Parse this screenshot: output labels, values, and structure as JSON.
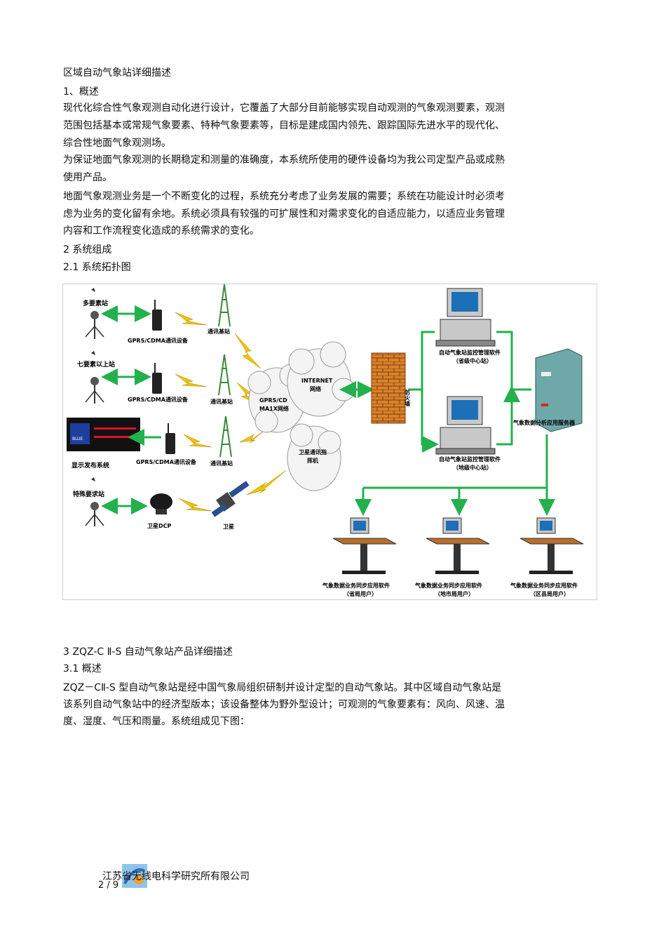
{
  "doc": {
    "title": "区域自动气象站详细描述",
    "s1_heading": "1、概述",
    "p1": [
      "现代化综合性气象观测自动化进行设计，它覆盖了大部分目前能够实现自动观测的气象观测要素，观测",
      "范围包括基本或常规气象要素、特种气象要素等，目标是建成国内领先、跟踪国际先进水平的现代化、",
      "综合性地面气象观测场。"
    ],
    "p2": [
      "为保证地面气象观测的长期稳定和测量的准确度，本系统所使用的硬件设备均为我公司定型产品或成熟",
      "使用产品。"
    ],
    "p3": [
      "地面气象观测业务是一个不断变化的过程，系统充分考虑了业务发展的需要；系统在功能设计时必须考",
      "虑为业务的变化留有余地。系统必须具有较强的可扩展性和对需求变化的自适应能力，以适应业务管理",
      "内容和工作流程变化造成的系统需求的变化。"
    ],
    "s2_heading": "2 系统组成",
    "s21_heading": "2.1  系统拓扑图",
    "s3_heading": "3 ZQZ-C Ⅱ-S 自动气象站产品详细描述",
    "s31_heading": "3.1  概述",
    "p4": [
      "ZQZ－CⅡ-S  型自动气象站是经中国气象局组织研制并设计定型的自动气象站。其中区域自动气象站是",
      "该系列自动气象站中的经济型版本；该设备整体为野外型设计；可观测的气象要素有：风向、风速、温",
      "度、湿度、气压和雨量。系统组成见下图："
    ]
  },
  "diagram": {
    "station1": "多要素站",
    "station2": "七要素以上站",
    "display_system": "显示发布系统",
    "special_station": "特殊要求站",
    "gprs_device": "GPRS/CDMA通讯设备",
    "base_station": "通讯基站",
    "gprs_network_1": "GPRS/CD",
    "gprs_network_2": "MA1X网络",
    "internet_1": "INTERNET",
    "internet_2": "网络",
    "sat_center_1": "卫星通讯指",
    "sat_center_2": "挥机",
    "firewall": "防火墙",
    "satellite_dcp": "卫星DCP",
    "satellite": "卫星",
    "monitor_1": "自动气象站监控管理软件",
    "monitor_1_sub": "（省级中心站）",
    "monitor_2": "自动气象站监控管理软件",
    "monitor_2_sub": "（地级中心站）",
    "server": "气象数据分析应用服务器",
    "user_app": "气象数据业务同步应用软件",
    "user_1_sub": "（省局用户）",
    "user_2_sub": "（地市局用户）",
    "user_3_sub": "（区县局用户）",
    "display_text": "BLUE",
    "colors": {
      "arrow": "#22b14c",
      "bolt": "#f2c200",
      "brick": "#d9822b"
    }
  },
  "footer": {
    "company": "江苏省无线电科学研究所有限公司",
    "page": "2 / 9"
  }
}
